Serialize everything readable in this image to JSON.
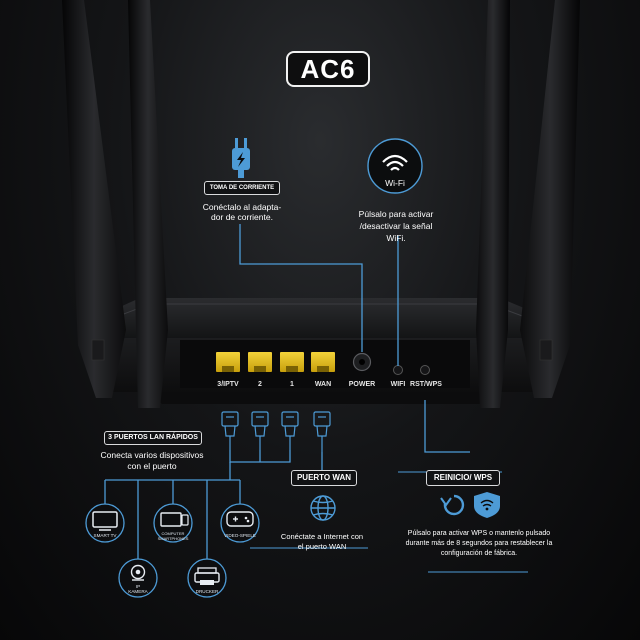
{
  "title": "AC6",
  "ports": {
    "lan3": "3/IPTV",
    "lan2": "2",
    "lan1": "1",
    "wan": "WAN",
    "power": "POWER",
    "wifi": "WIFI",
    "rst": "RST/WPS"
  },
  "power_section": {
    "tag": "TOMA DE CORRIENTE",
    "line1": "Conéctalo al adapta-",
    "line2": "dor de corriente."
  },
  "wifi_section": {
    "icon_label": "Wi-Fi",
    "line1": "Púlsalo para activar",
    "line2": "/desactivar la señal",
    "line3": "WiFi."
  },
  "lan_section": {
    "tag": "3 PUERTOS LAN RÁPIDOS",
    "line1": "Conecta varios dispositivos",
    "line2": "con el puerto"
  },
  "wan_section": {
    "tag": "PUERTO WAN",
    "line1": "Conéctate a Internet con",
    "line2": "el puerto WAN"
  },
  "reset_section": {
    "tag": "REINICIO/  WPS",
    "line1": "Púlsalo para activar WPS o mantenlo pulsado",
    "line2": "durante más de 8 segundos para restablecer la",
    "line3": "configuración de fábrica."
  },
  "devices": {
    "smart_tv": "SMART TV",
    "computer_line1": "COMPUTER",
    "computer_line2": "SMARTPHONES",
    "game": "VIDEO-SPIELE",
    "camera_line1": "IP",
    "camera_line2": "KAMERA",
    "printer": "DRUCKER"
  },
  "colors": {
    "accent_blue": "#4d9bd6",
    "port_yellow": "#e8c21a",
    "background": "#0b0b0c"
  }
}
